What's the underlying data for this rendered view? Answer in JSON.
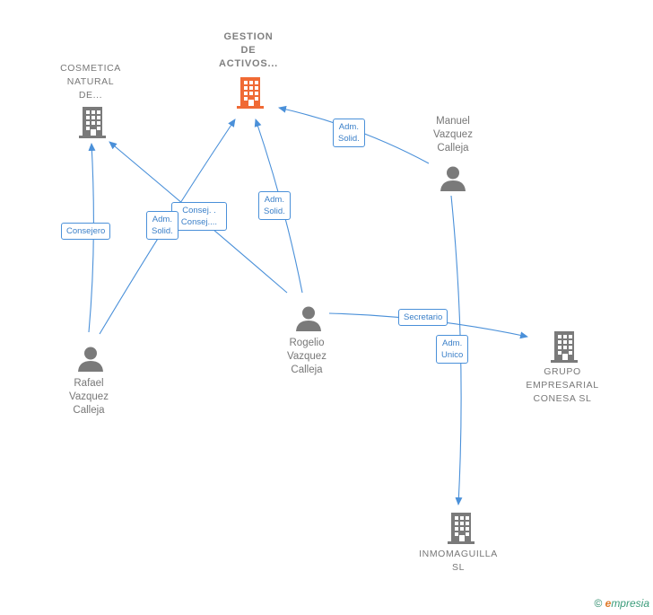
{
  "nodes": {
    "gestion": {
      "label": "GESTION\nDE\nACTIVOS...",
      "kind": "company-main",
      "color": "#f06a35"
    },
    "cosmetica": {
      "label": "COSMETICA\nNATURAL\nDE...",
      "kind": "company",
      "color": "#7a7a7a"
    },
    "manuel": {
      "label": "Manuel\nVazquez\nCalleja",
      "kind": "person",
      "color": "#7a7a7a"
    },
    "rogelio": {
      "label": "Rogelio\nVazquez\nCalleja",
      "kind": "person",
      "color": "#7a7a7a"
    },
    "rafael": {
      "label": "Rafael\nVazquez\nCalleja",
      "kind": "person",
      "color": "#7a7a7a"
    },
    "grupo": {
      "label": "GRUPO\nEMPRESARIAL\nCONESA SL",
      "kind": "company",
      "color": "#7a7a7a"
    },
    "inmomaguilla": {
      "label": "INMOMAGUILLA\nSL",
      "kind": "company",
      "color": "#7a7a7a"
    }
  },
  "edges": {
    "manuel_gestion": "Adm.\nSolid.",
    "rogelio_gestion": "Adm.\nSolid.",
    "rafael_gestion": "Adm.\nSolid.",
    "rafael_cosmetica": "Consejero",
    "rogelio_cosmetica": "Consej. .\nConsej....",
    "rogelio_grupo": "Secretario",
    "manuel_inmomaguilla": "Adm.\nUnico"
  },
  "colors": {
    "edge": "#4a90d9",
    "accent": "#f06a35",
    "icon": "#7a7a7a"
  },
  "footer": {
    "copyright": "©",
    "brand_e": "e",
    "brand_rest": "mpresia"
  }
}
